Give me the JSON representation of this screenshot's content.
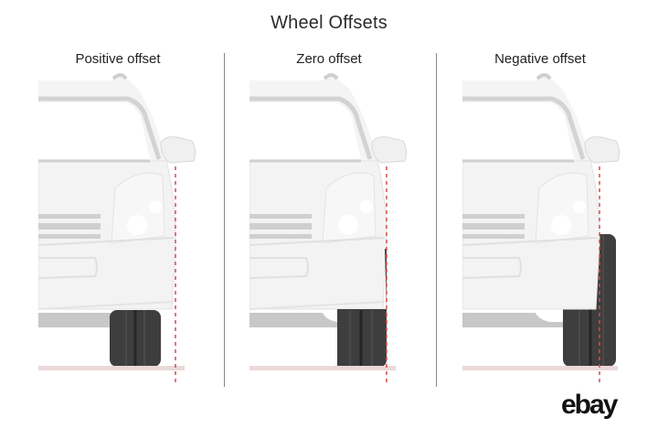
{
  "header": {
    "title": "Wheel Offsets"
  },
  "panels": [
    {
      "label": "Positive offset",
      "wheel_position": "inboard"
    },
    {
      "label": "Zero offset",
      "wheel_position": "flush"
    },
    {
      "label": "Negative offset",
      "wheel_position": "outboard"
    }
  ],
  "brand": {
    "logo_text": "ebay"
  },
  "colors": {
    "car_body": "#f3f3f3",
    "car_outline": "#dedede",
    "car_shadow": "#c8c8c8",
    "tire": "#3e3e3e",
    "offset_line": "#d94a4a",
    "ground": "#ead9d9",
    "divider": "#8a8a8a"
  }
}
